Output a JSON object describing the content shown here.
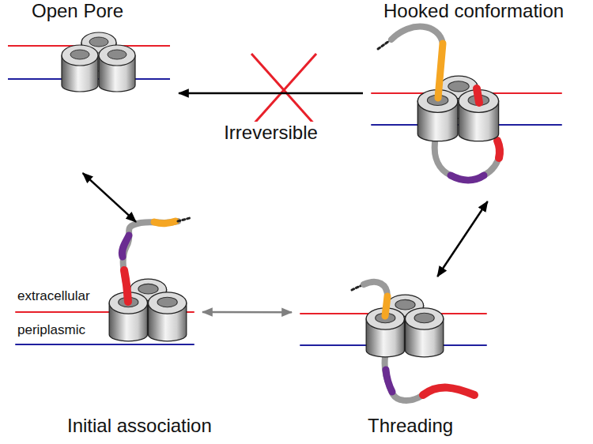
{
  "diagram": {
    "nodes": [
      {
        "text": [
          "Open Pore"
        ]
      },
      {
        "text": [
          "Hooked conformation"
        ]
      },
      {
        "text": [
          "Initial association"
        ]
      },
      {
        "text": [
          "Threading"
        ]
      }
    ],
    "edges": [
      {
        "from": 1,
        "to": 0,
        "arrow": "to",
        "label": "Irreversible"
      },
      {
        "from": 0,
        "to": 2,
        "arrow": "both"
      },
      {
        "from": 2,
        "to": 3,
        "arrow": "both"
      },
      {
        "from": 3,
        "to": 1,
        "arrow": "both"
      }
    ],
    "labels": [
      "extracellular",
      "periplasmic"
    ]
  }
}
